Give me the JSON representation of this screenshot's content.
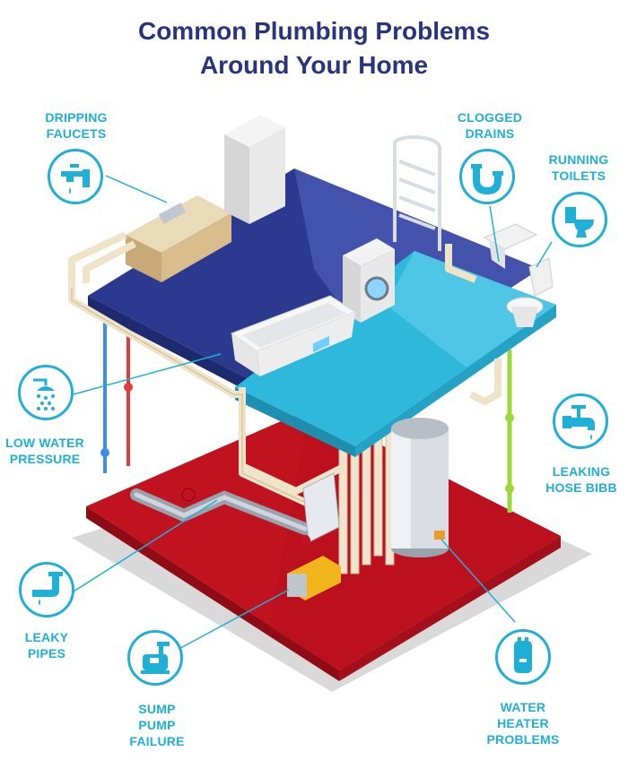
{
  "title": {
    "line1": "Common Plumbing Problems",
    "line2": "Around Your Home"
  },
  "callouts": {
    "dripping_faucets": [
      "DRIPPING",
      "FAUCETS"
    ],
    "clogged_drains": [
      "CLOGGED",
      "DRAINS"
    ],
    "running_toilets": [
      "RUNNING",
      "TOILETS"
    ],
    "low_water_pressure": [
      "LOW WATER",
      "PRESSURE"
    ],
    "leaking_hose_bibb": [
      "LEAKING",
      "HOSE BIBB"
    ],
    "leaky_pipes": [
      "LEAKY",
      "PIPES"
    ],
    "sump_pump_failure": [
      "SUMP",
      "PUMP",
      "FAILURE"
    ],
    "water_heater_problems": [
      "WATER",
      "HEATER",
      "PROBLEMS"
    ]
  },
  "icons": {
    "dripping_faucets": "faucet-icon",
    "clogged_drains": "drain-pipe-icon",
    "running_toilets": "toilet-icon",
    "low_water_pressure": "shower-icon",
    "leaking_hose_bibb": "hose-bibb-icon",
    "leaky_pipes": "leaky-pipe-icon",
    "sump_pump_failure": "sump-pump-icon",
    "water_heater_problems": "water-heater-icon"
  },
  "colors": {
    "title": "#28357e",
    "accent": "#1fb0d8",
    "basement_floor": "#c1121f",
    "ground_floor": "#2b3a8f",
    "upper_floor": "#2eb8dc",
    "cold_water_pipe": "#3b8fe8",
    "hot_water_pipe": "#e23b3b",
    "drain_pipe": "#9bd83a"
  }
}
